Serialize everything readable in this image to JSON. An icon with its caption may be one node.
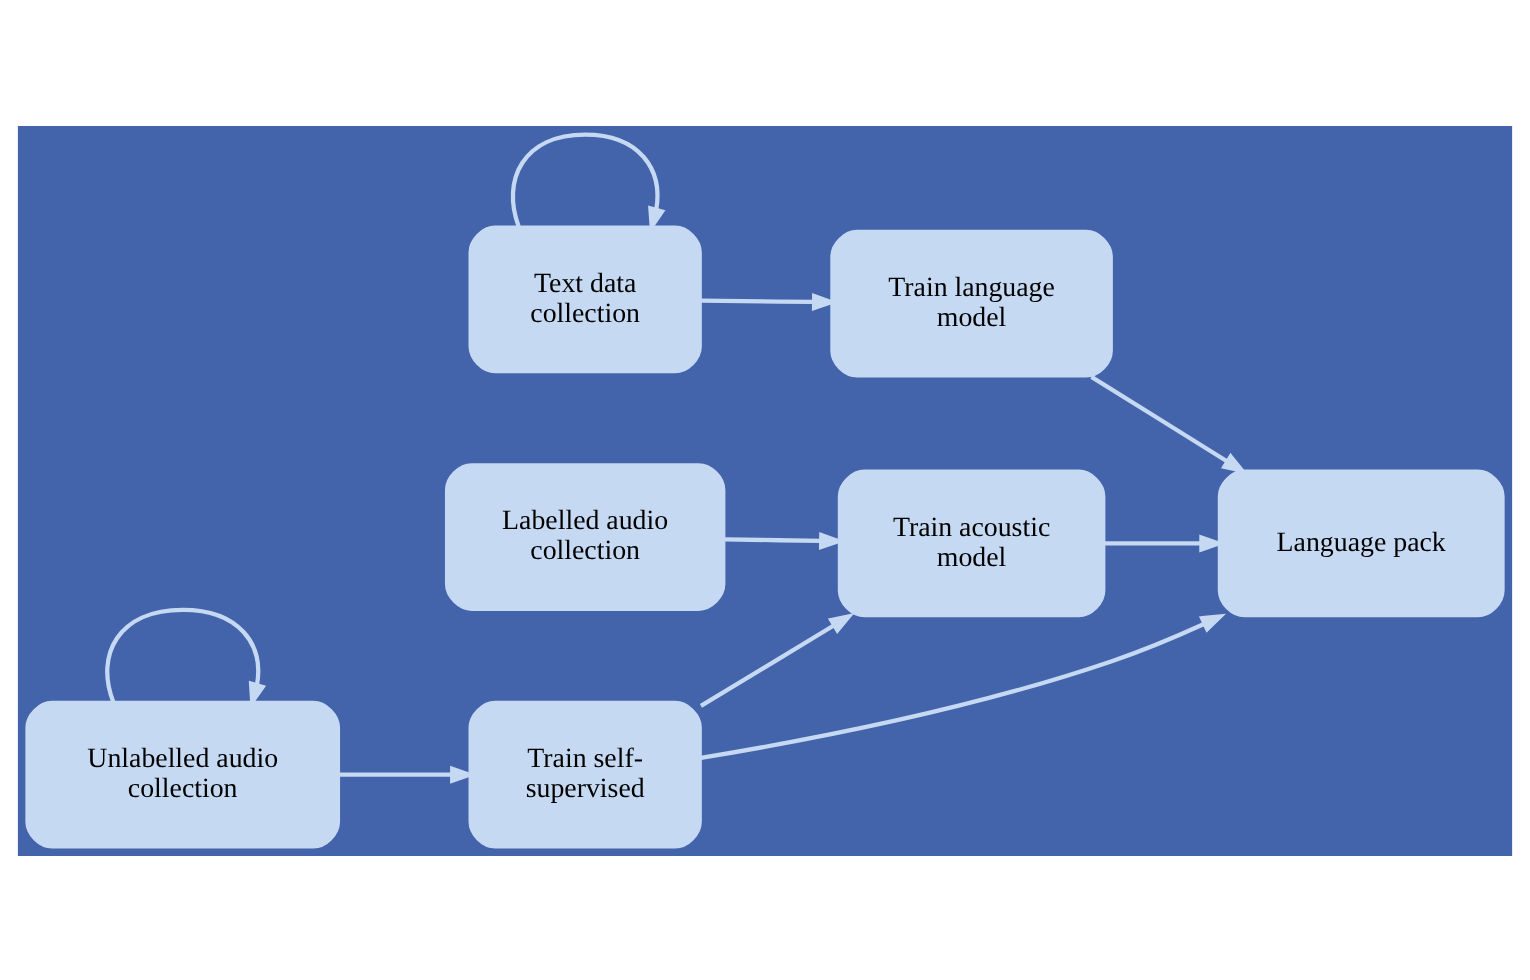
{
  "diagram": {
    "nodes": [
      {
        "text": [
          "Text data collection"
        ]
      },
      {
        "text": [
          "Train language model"
        ]
      },
      {
        "text": [
          "Labelled audio collection"
        ]
      },
      {
        "text": [
          "Train acoustic model"
        ]
      },
      {
        "text": [
          "Language pack"
        ]
      },
      {
        "text": [
          "Unlabelled audio collection"
        ]
      },
      {
        "text": [
          "Train self-supervised"
        ]
      }
    ],
    "edges": [
      {
        "from": 0,
        "to": 0,
        "arrow": "to"
      },
      {
        "from": 0,
        "to": 1,
        "arrow": "to"
      },
      {
        "from": 1,
        "to": 4,
        "arrow": "to"
      },
      {
        "from": 2,
        "to": 3,
        "arrow": "to"
      },
      {
        "from": 3,
        "to": 4,
        "arrow": "to"
      },
      {
        "from": 5,
        "to": 5,
        "arrow": "to"
      },
      {
        "from": 5,
        "to": 6,
        "arrow": "to"
      },
      {
        "from": 6,
        "to": 3,
        "arrow": "to"
      },
      {
        "from": 6,
        "to": 4,
        "arrow": "to"
      }
    ]
  }
}
